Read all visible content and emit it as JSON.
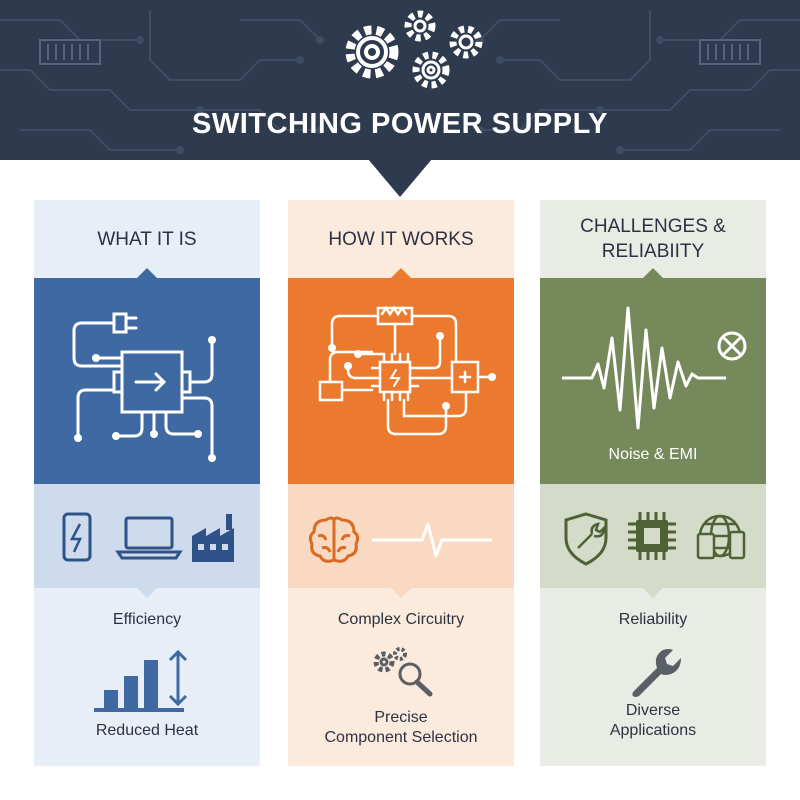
{
  "title": "SWITCHING POWER SUPPLY",
  "colors": {
    "header": "#2e3a4d",
    "blue": "#3e69a3",
    "orange": "#ec7a2e",
    "green": "#76895a"
  },
  "columns": [
    {
      "heading": "WHAT IT IS",
      "icons": [
        "plug-icon",
        "converter-icon",
        "smartphone-icon",
        "laptop-icon",
        "factory-icon",
        "bar-chart-icon",
        "vertical-arrows-icon"
      ],
      "labels": [
        "Efficiency",
        "Reduced Heat"
      ]
    },
    {
      "heading": "HOW IT WORKS",
      "icons": [
        "circuit-icon",
        "brain-icon",
        "waveform-icon",
        "gears-magnifier-icon"
      ],
      "labels": [
        "Complex Circuitry",
        "Precise",
        "Component Selection"
      ]
    },
    {
      "heading_line1": "CHALLENGES &",
      "heading_line2": "RELIABIITY",
      "band_label": "Noise & EMI",
      "icons": [
        "noise-wave-icon",
        "cancel-icon",
        "shield-wrench-icon",
        "chip-icon",
        "globe-devices-icon",
        "wrench-icon"
      ],
      "labels": [
        "Reliability",
        "Diverse",
        "Applications"
      ]
    }
  ]
}
